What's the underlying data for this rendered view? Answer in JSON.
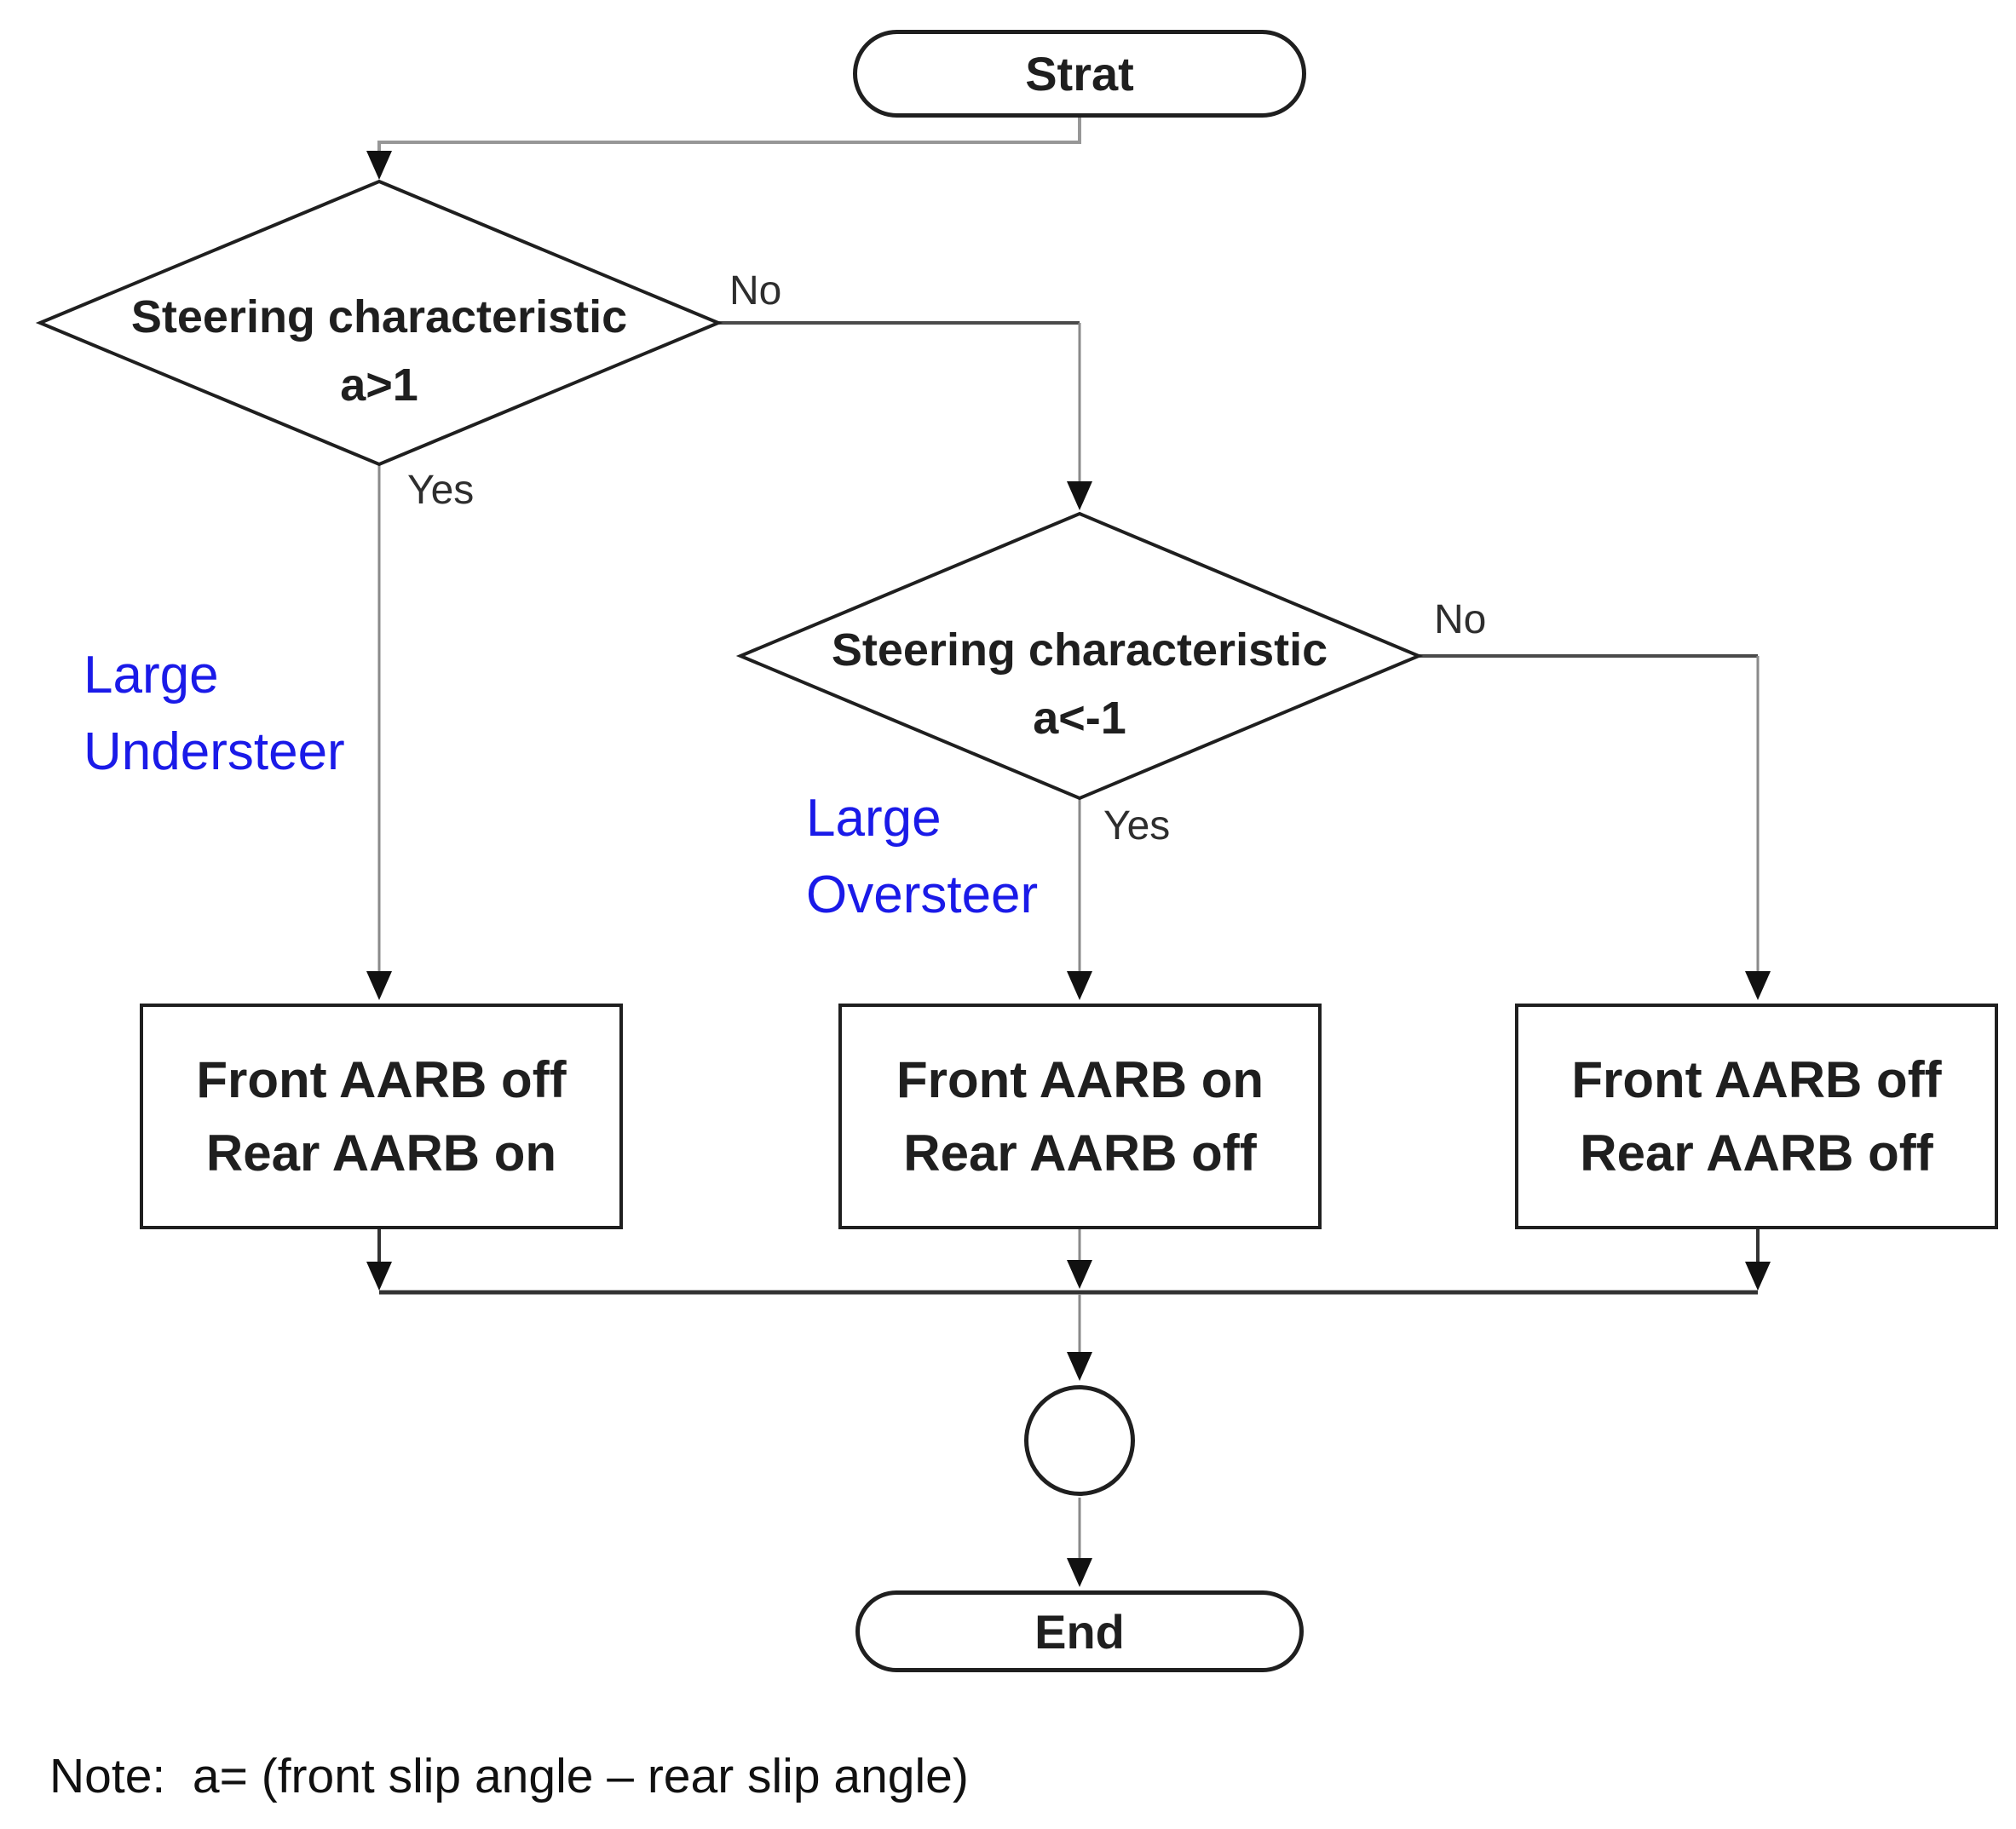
{
  "flowchart": {
    "nodes": {
      "start": "Strat",
      "decision1": {
        "line1": "Steering characteristic",
        "line2": "a>1"
      },
      "decision2": {
        "line1": "Steering characteristic",
        "line2": "a<-1"
      },
      "process_left": {
        "line1": "Front AARB off",
        "line2": "Rear AARB on"
      },
      "process_middle": {
        "line1": "Front AARB on",
        "line2": "Rear AARB off"
      },
      "process_right": {
        "line1": "Front AARB off",
        "line2": "Rear AARB off"
      },
      "end": "End"
    },
    "edge_labels": {
      "decision1_yes": "Yes",
      "decision1_no": "No",
      "decision2_yes": "Yes",
      "decision2_no": "No"
    },
    "annotations": {
      "understeer": {
        "line1": "Large",
        "line2": "Understeer"
      },
      "oversteer": {
        "line1": "Large",
        "line2": "Oversteer"
      },
      "note": "Note:  a= (front slip angle – rear slip angle)"
    },
    "colors": {
      "annotation_blue": "#1a1ae8",
      "shape_outline": "#1f1f1f",
      "connector_gray": "#8a8a8a",
      "connector_dark": "#333333"
    }
  }
}
